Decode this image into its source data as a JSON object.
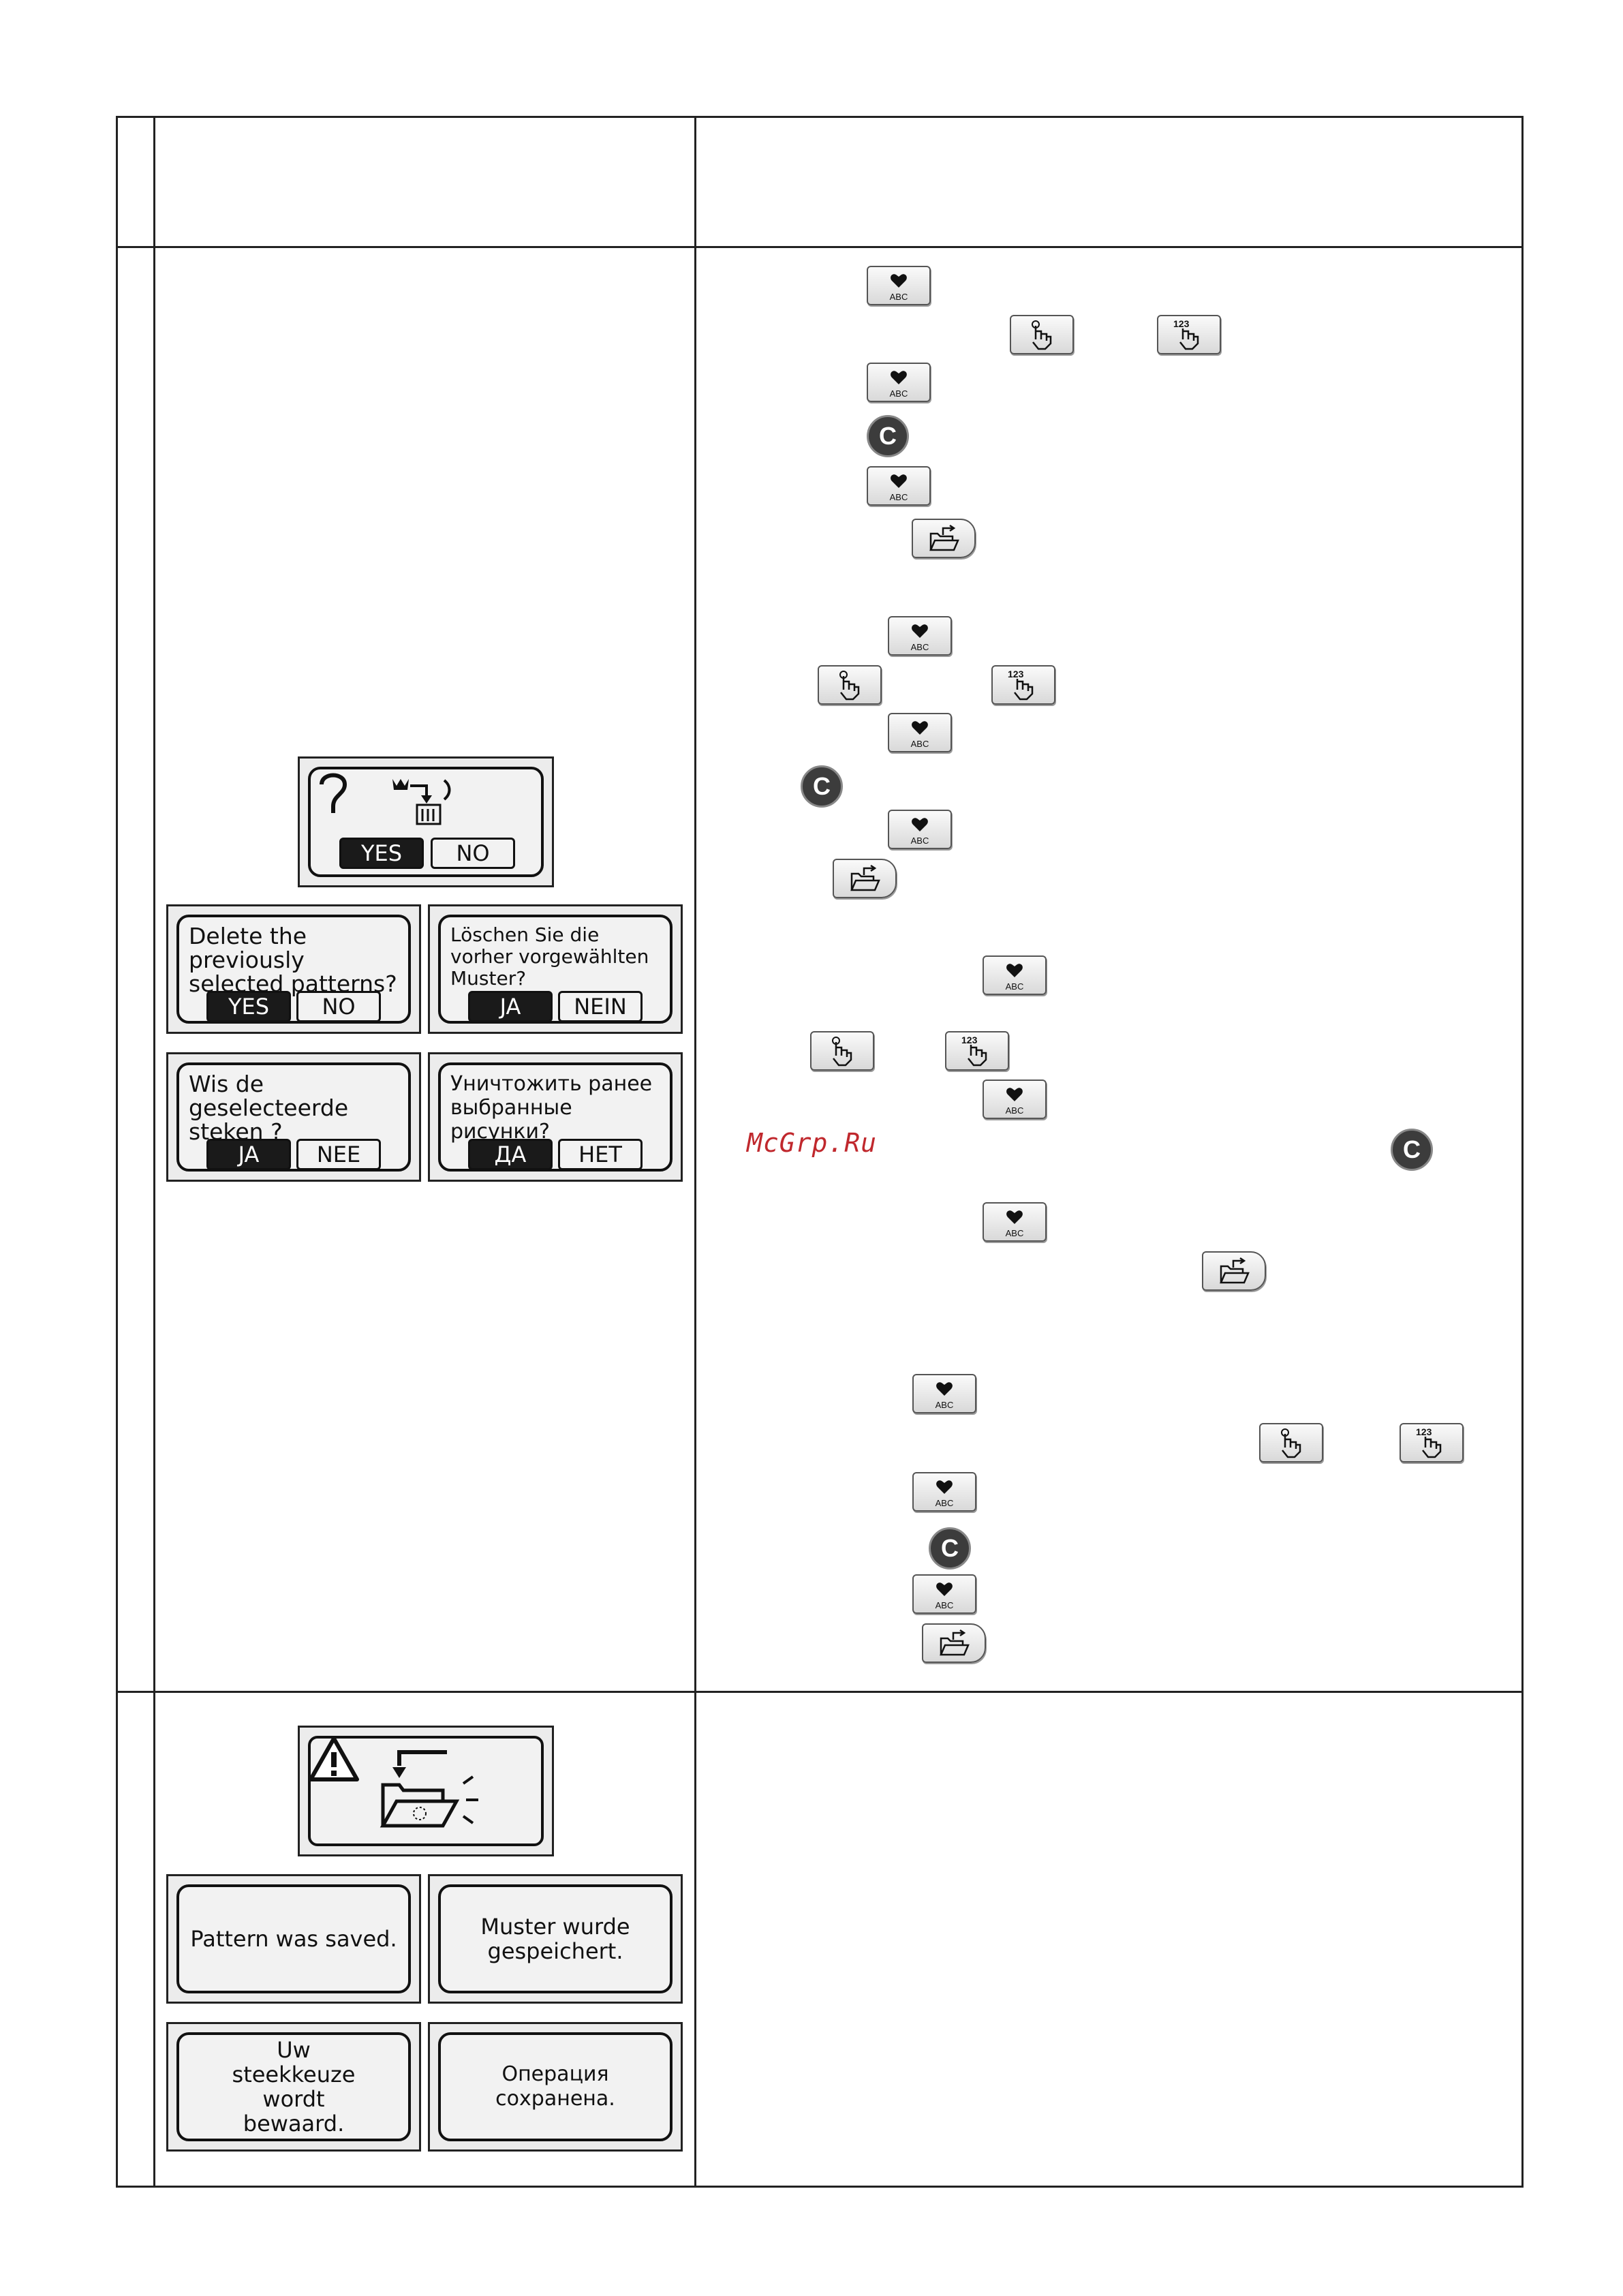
{
  "question_dialog": {
    "yes_label": "YES",
    "no_label": "NO"
  },
  "delete_dialogs": [
    {
      "lang": "en",
      "text": "Delete the previously selected patterns?",
      "yes": "YES",
      "no": "NO"
    },
    {
      "lang": "de",
      "text": "Löschen Sie die vorher vorgewählten Muster?",
      "yes": "JA",
      "no": "NEIN"
    },
    {
      "lang": "nl",
      "text": "Wis de geselecteerde steken ?",
      "yes": "JA",
      "no": "NEE"
    },
    {
      "lang": "ru",
      "text": "Уничтожить ранее выбранные рисунки?",
      "yes": "ДА",
      "no": "НЕТ"
    }
  ],
  "saved_messages": [
    {
      "lang": "en",
      "text": "Pattern was saved."
    },
    {
      "lang": "de",
      "text": "Muster wurde gespeichert."
    },
    {
      "lang": "nl",
      "text": "Uw steekkeuze wordt bewaard."
    },
    {
      "lang": "ru",
      "text": "Операция сохранена."
    }
  ],
  "watermark": "McGrp.Ru",
  "icons": {
    "heart_abc_key": "heart-abc-key",
    "hand_key": "hand-key",
    "hand_123_key": "hand-123-key",
    "clear_key": "C",
    "folder_save_key": "folder-save-key"
  },
  "key_labels": {
    "abc": "ABC",
    "num": "123"
  }
}
